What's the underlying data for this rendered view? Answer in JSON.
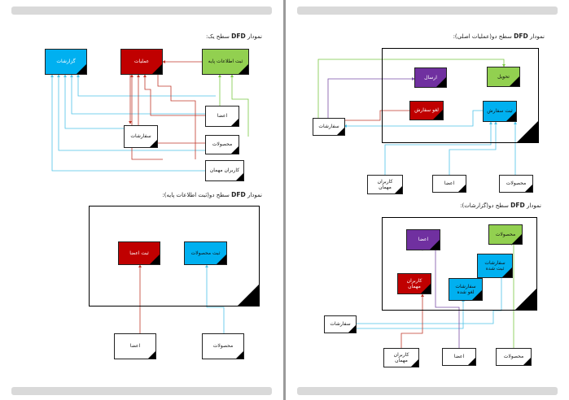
{
  "colors": {
    "blue": "#00b0f0",
    "red": "#c00000",
    "green": "#92d050",
    "purple": "#7030a0",
    "wire_blue": "#4fc3e8",
    "wire_red": "#c0392b",
    "wire_green": "#7ac943",
    "wire_purple": "#7a4fa6"
  },
  "left_page": {
    "diagram1": {
      "title_suffix": "سطح یک:",
      "title_mid": "DFD",
      "title_prefix": "نمودار",
      "reports": "گزارشات",
      "operations": "عملیات",
      "register_info": "ثبت اطلاعات پایه",
      "members": "اعضا",
      "orders": "سفارشات",
      "products": "محصولات",
      "guest_users": "کاربران مهمان"
    },
    "diagram2": {
      "title_suffix": "سطح دو(ثبت اطلاعات پایه):",
      "title_mid": "DFD",
      "title_prefix": "نمودار",
      "register_member": "ثبت اعضا",
      "register_products": "ثبت محصولات",
      "members": "اعضا",
      "products": "محصولات"
    }
  },
  "right_page": {
    "diagram3": {
      "title_suffix": "سطح دو(عملیات اصلی):",
      "title_mid": "DFD",
      "title_prefix": "نمودار",
      "send": "ارسال",
      "delivery": "تحویل",
      "cancel_order": "لغو سفارش",
      "register_order": "ثبت سفارش",
      "orders": "سفارشات",
      "guest_users": "کاربران مهمان",
      "members": "اعضا",
      "products": "محصولات"
    },
    "diagram4": {
      "title_suffix": "سطح دو(گزارشات):",
      "title_mid": "DFD",
      "title_prefix": "نمودار",
      "members_report": "اعضا",
      "products_report": "محصولات",
      "registered_orders": "سفارشات ثبت شده",
      "guest_users_report": "کاربران مهمان",
      "cancelled_orders": "سفارشات لغو شده",
      "orders": "سفارشات",
      "guest_users": "کاربران مهمان",
      "members": "اعضا",
      "products": "محصولات"
    }
  }
}
